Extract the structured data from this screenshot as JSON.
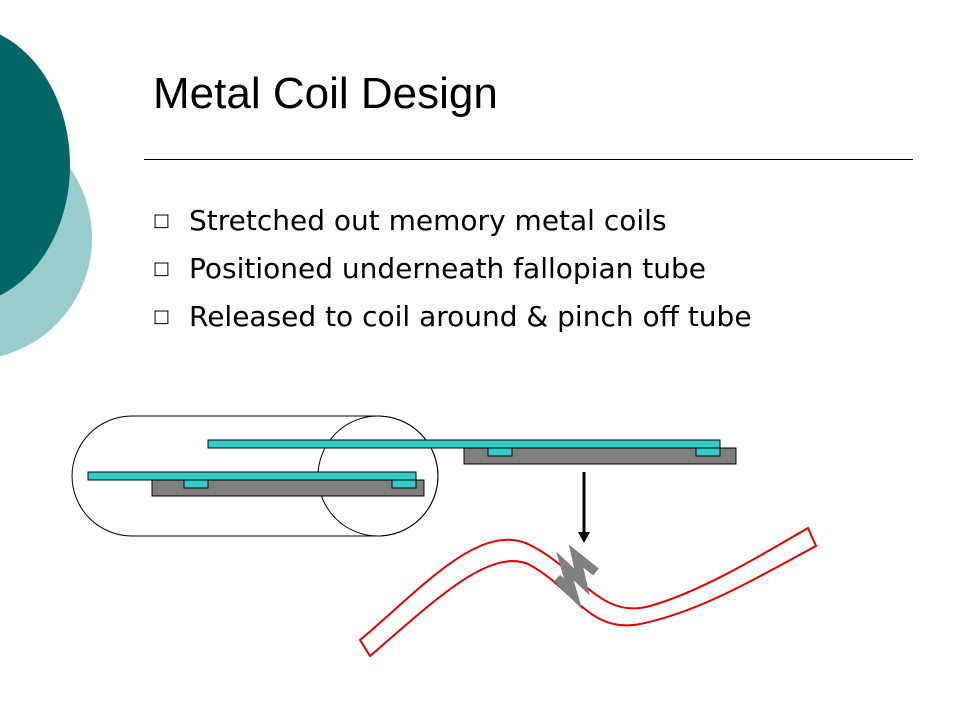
{
  "slide": {
    "title": "Metal Coil Design",
    "bullets": [
      "Stretched out memory metal coils",
      "Positioned underneath fallopian tube",
      "Released to coil around & pinch off tube"
    ],
    "bullet_icon": "hollow-square-icon"
  },
  "colors": {
    "accent_dark": "#006666",
    "accent_light": "#99cccc",
    "coil": "#33cccc",
    "carrier": "#808080",
    "tube_outline": "#e00000",
    "pinch_marker": "#808080",
    "line": "#000000"
  }
}
